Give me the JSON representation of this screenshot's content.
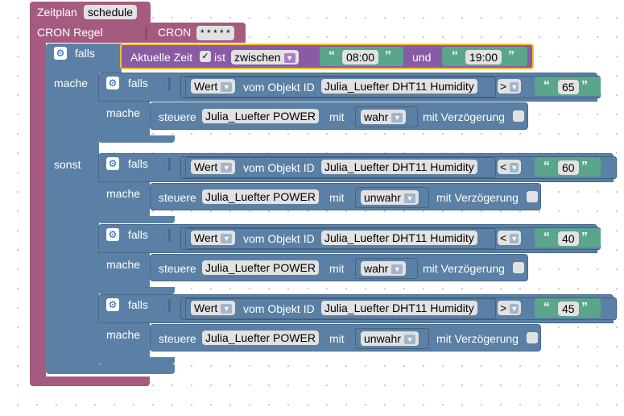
{
  "schedule_block": {
    "label": "Zeitplan",
    "type_pill": "schedule",
    "rule_label": "CRON Regel",
    "cron_label": "CRON",
    "cron_value": "* * * * *"
  },
  "outer_if": {
    "if_label": "falls",
    "then_label": "mache",
    "else_label": "sonst",
    "time_condition": {
      "label": "Aktuelle Zeit",
      "checkbox": "✓",
      "is_label": "ist",
      "operator": "zwischen",
      "from": "08:00",
      "and_label": "und",
      "to": "19:00"
    }
  },
  "conditions": [
    {
      "if_label": "falls",
      "then_label": "mache",
      "value_dropdown": "Wert",
      "object_label": "vom Objekt ID",
      "object_id": "Julia_Luefter DHT11  Humidity",
      "operator": ">",
      "compare_value": "65",
      "action_label": "steuere",
      "target": "Julia_Luefter POWER",
      "with_label": "mit",
      "set_value": "wahr",
      "delay_label": "mit Verzögerung"
    },
    {
      "if_label": "falls",
      "then_label": "mache",
      "value_dropdown": "Wert",
      "object_label": "vom Objekt ID",
      "object_id": "Julia_Luefter DHT11  Humidity",
      "operator": "<",
      "compare_value": "60",
      "action_label": "steuere",
      "target": "Julia_Luefter POWER",
      "with_label": "mit",
      "set_value": "unwahr",
      "delay_label": "mit Verzögerung"
    },
    {
      "if_label": "falls",
      "then_label": "mache",
      "value_dropdown": "Wert",
      "object_label": "vom Objekt ID",
      "object_id": "Julia_Luefter DHT11  Humidity",
      "operator": "<",
      "compare_value": "40",
      "action_label": "steuere",
      "target": "Julia_Luefter POWER",
      "with_label": "mit",
      "set_value": "wahr",
      "delay_label": "mit Verzögerung"
    },
    {
      "if_label": "falls",
      "then_label": "mache",
      "value_dropdown": "Wert",
      "object_label": "vom Objekt ID",
      "object_id": "Julia_Luefter DHT11  Humidity",
      "operator": ">",
      "compare_value": "45",
      "action_label": "steuere",
      "target": "Julia_Luefter POWER",
      "with_label": "mit",
      "set_value": "unwahr",
      "delay_label": "mit Verzögerung"
    }
  ],
  "colors": {
    "schedule": "#a55b80",
    "logic": "#5b80a5",
    "time": "#8a5ba5",
    "string": "#5ba58c",
    "selected_outline": "#fcc02a"
  }
}
